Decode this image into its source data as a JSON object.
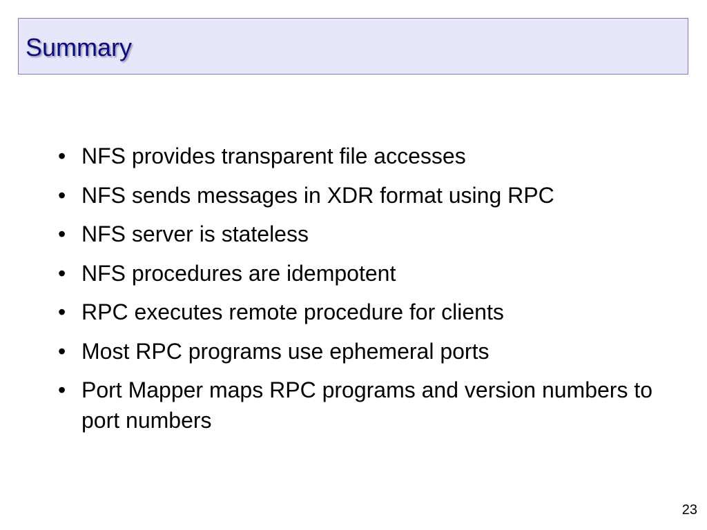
{
  "slide": {
    "title": "Summary",
    "bullet_glyph": "•",
    "bullets": [
      "NFS provides transparent file accesses",
      "NFS sends messages in XDR format using RPC",
      "NFS server is stateless",
      "NFS procedures are idempotent",
      "RPC executes remote procedure for clients",
      "Most RPC programs use ephemeral ports",
      "Port Mapper maps RPC programs and version numbers to port numbers"
    ],
    "page_number": "23"
  },
  "colors": {
    "title_text": "#0a0a8c",
    "title_bar_fill": "#e7e7fb",
    "title_bar_border": "#7a7ac4",
    "body_text": "#000000",
    "background": "#ffffff"
  }
}
